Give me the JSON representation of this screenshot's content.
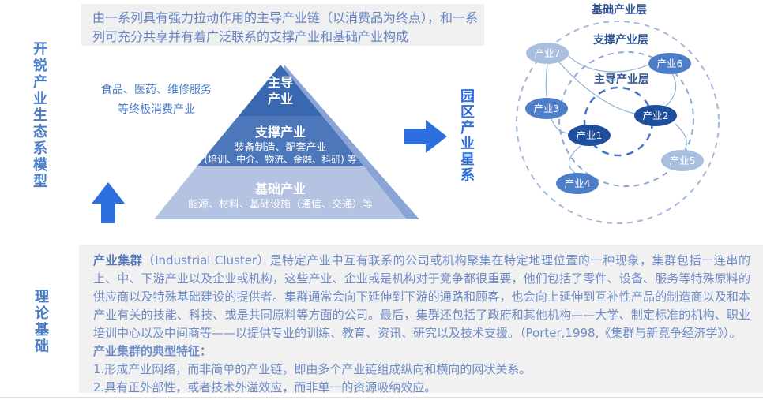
{
  "left_titles": {
    "model": "开锐产业生态系模型",
    "theory": "理论基础"
  },
  "top_box": {
    "text": "由一系列具有强力拉动作用的主导产业链（以消费品为终点），和一系列可充分共享并有着广泛联系的支撑产业和基础产业构成"
  },
  "pyramid": {
    "side_label_line1": "食品、医药、维修服务",
    "side_label_line2": "等终极消费产业",
    "top_layer": {
      "line1": "主导",
      "line2": "产业"
    },
    "mid_layer": {
      "title": "支撑产业",
      "sub1": "装备制造、配套产业",
      "sub2": "(培训、中介、物流、金融、科研) 等"
    },
    "base_layer": {
      "title": "基础产业",
      "sub1": "能源、材料、基础设施（通信、交通）等"
    }
  },
  "center_label": "园区产业星系",
  "galaxy": {
    "layer_labels": [
      "基础产业层",
      "支撑产业层",
      "主导产业层"
    ],
    "nodes": [
      {
        "label": "产业1",
        "tone": "dark"
      },
      {
        "label": "产业2",
        "tone": "dark"
      },
      {
        "label": "产业3",
        "tone": "medium"
      },
      {
        "label": "产业4",
        "tone": "medium"
      },
      {
        "label": "产业5",
        "tone": "light"
      },
      {
        "label": "产业6",
        "tone": "medium"
      },
      {
        "label": "产业7",
        "tone": "light"
      }
    ]
  },
  "theory": {
    "term_bold": "产业集群",
    "body": "（Industrial Cluster）是特定产业中互有联系的公司或机构聚集在特定地理位置的一种现象，集群包括一连串的上、中、下游产业以及企业或机构，这些产业、企业或是机构对于竞争都很重要，他们包括了零件、设备、服务等特殊原料的供应商以及特殊基础建设的提供者。集群通常会向下延伸到下游的通路和顾客，也会向上延伸到互补性产品的制造商以及和本产业有关的技能、科技、或是共同原料等方面的公司。最后，集群还包括了政府和其他机构——大学、制定标准的机构、职业培训中心以及中间商等——以提供专业的训练、教育、资讯、研究以及技术支援。（Porter,1998,《集群与新竞争经济学》）。",
    "features_title": "产业集群的典型特征：",
    "features": [
      "1.形成产业网络，而非简单的产业链，即由多个产业链组成纵向和横向的网状关系。",
      "2.具有正外部性，或者技术外溢效应，而非单一的资源吸纳效应。"
    ]
  },
  "colors": {
    "accent_bright_blue": "#2E6FE0",
    "title_blue": "#4B7EC9",
    "text_steel_blue": "#6E8CC6",
    "orbit_label_navy": "#2F5597",
    "pyramid_top": "#3A68B0",
    "pyramid_mid": "#4C77BB",
    "pyramid_base": "#B5C3E2",
    "node_dark": "#1F4E9C",
    "node_medium": "#4E7EC8",
    "node_light": "#A9BFE0",
    "panel_gray": "#F0F0F0"
  }
}
